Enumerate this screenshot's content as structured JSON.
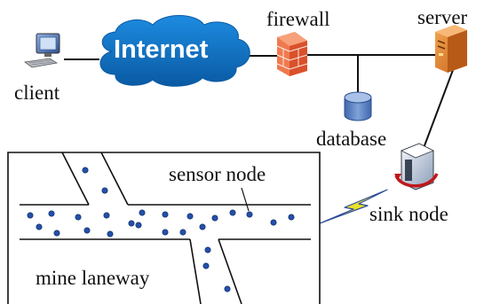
{
  "labels": {
    "internet": "Internet",
    "client": "client",
    "firewall": "firewall",
    "server": "server",
    "database": "database",
    "sink_node": "sink node",
    "sensor_node": "sensor node",
    "mine_laneway": "mine laneway"
  },
  "icons": [
    "computer-icon",
    "cloud-icon",
    "firewall-icon",
    "server-icon",
    "database-icon",
    "sink-node-icon",
    "wireless-link-icon"
  ],
  "colors": {
    "cloud": "#0e72c7",
    "cloud_dark": "#0a5aa3",
    "firewall": "#e85f36",
    "server": "#e88a2f",
    "database": "#5b85c6",
    "sensor_node": "#2450a8",
    "wireless": "#e8e02a",
    "line": "#111111"
  },
  "sensor_node_count": 26
}
